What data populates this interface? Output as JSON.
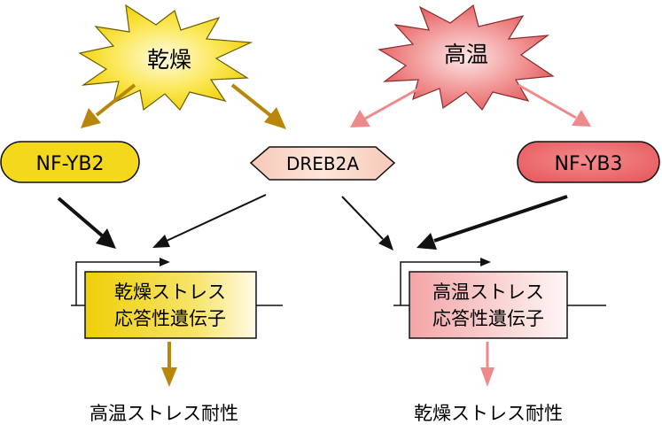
{
  "stresses": {
    "drought": "乾燥",
    "heat": "高温"
  },
  "factors": {
    "nfyb2": "NF-YB2",
    "dreb2a": "DREB2A",
    "nfyb3": "NF-YB3"
  },
  "genes": {
    "drought_gene_line1": "乾燥ストレス",
    "drought_gene_line2": "応答性遺伝子",
    "heat_gene_line1": "高温ストレス",
    "heat_gene_line2": "応答性遺伝子"
  },
  "outcomes": {
    "left": "高温ストレス耐性",
    "right": "乾燥ストレス耐性"
  },
  "colors": {
    "yellow": "#f4d81c",
    "red_fill": "#ec6b6e",
    "brown_arrow": "#b8860b",
    "pink_arrow": "#ef8a8c",
    "black": "#111111"
  }
}
